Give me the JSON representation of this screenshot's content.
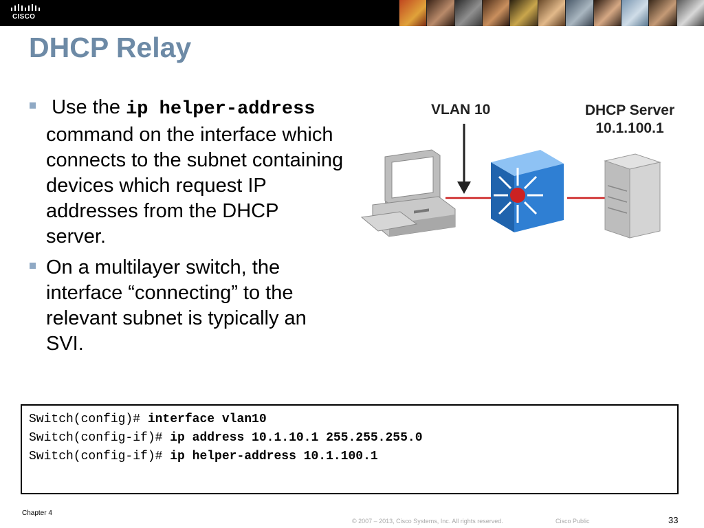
{
  "header": {
    "logo_text": "CISCO"
  },
  "slide": {
    "title": "DHCP Relay",
    "bullets": [
      {
        "text_before": " Use the ",
        "code": "ip helper-address",
        "text_after": " command on the interface which connects to the subnet containing devices which request IP addresses from the DHCP server."
      },
      {
        "text": "On a multilayer switch, the interface “connecting” to the relevant subnet is typically an SVI."
      }
    ]
  },
  "diagram": {
    "vlan_label": "VLAN 10",
    "server_label_line1": "DHCP Server",
    "server_label_line2": "10.1.100.1"
  },
  "cli": {
    "lines": [
      {
        "prompt": "Switch(config)# ",
        "command": "interface vlan10"
      },
      {
        "prompt": "Switch(config-if)# ",
        "command": "ip address 10.1.10.1 255.255.255.0"
      },
      {
        "prompt": "Switch(config-if)# ",
        "command": "ip helper-address 10.1.100.1"
      }
    ]
  },
  "footer": {
    "chapter": "Chapter 4",
    "copyright": "© 2007 – 2013, Cisco Systems, Inc. All rights reserved.",
    "classification": "Cisco Public",
    "page_number": "33"
  },
  "colors": {
    "title": "#6d8aa6",
    "bullet_marker": "#8fa9c4",
    "link_line": "#cc2222",
    "switch_blue": "#2f7fd3"
  }
}
